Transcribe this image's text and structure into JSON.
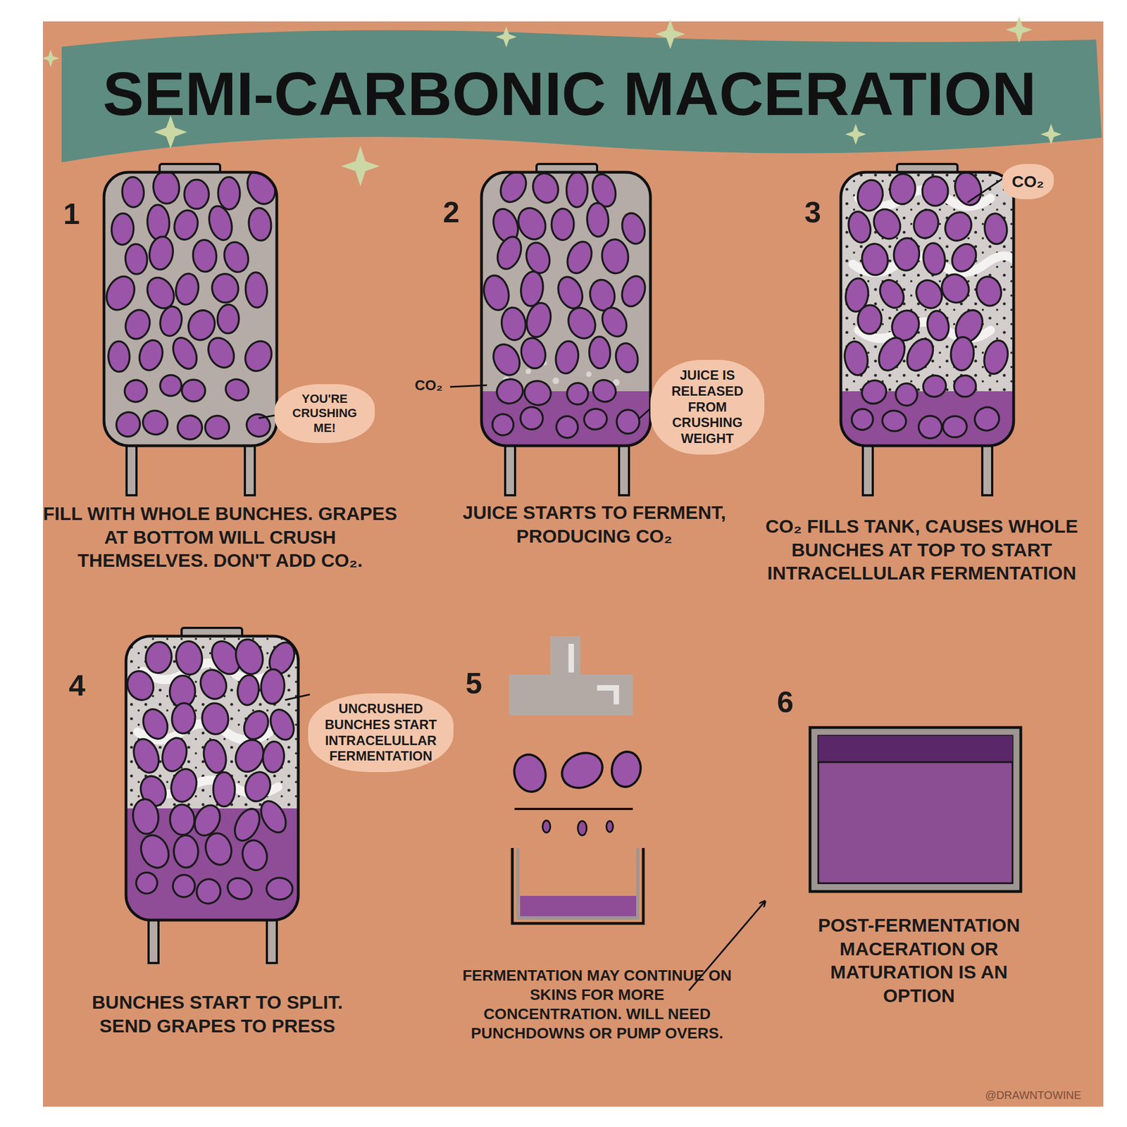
{
  "diagram": {
    "title": "SEMI-CARBONIC MACERATION",
    "nodes": [
      {
        "text": [
          "YOU'RE CRUSHING ME!"
        ]
      },
      {
        "text": [
          "JUICE IS RELEASED FROM CRUSHING WEIGHT"
        ]
      },
      {
        "text": [
          "CO₂"
        ]
      },
      {
        "text": [
          "UNCRUSHED BUNCHES START INTRACELULLAR FERMENTATION"
        ]
      }
    ],
    "labels": [
      "1",
      "FILL WITH WHOLE BUNCHES. GRAPES AT BOTTOM WILL CRUSH THEMSELVES. DON'T ADD CO₂.",
      "2",
      "CO₂",
      "JUICE STARTS TO FERMENT, PRODUCING CO₂",
      "3",
      "CO₂ FILLS TANK, CAUSES WHOLE BUNCHES AT TOP TO START INTRACELLULAR FERMENTATION",
      "4",
      "BUNCHES START TO SPLIT. SEND GRAPES TO PRESS",
      "5",
      "FERMENTATION MAY CONTINUE ON SKINS FOR MORE CONCENTRATION. WILL NEED PUNCHDOWNS OR PUMP OVERS.",
      "6",
      "POST-FERMENTATION MACERATION OR MATURATION IS AN OPTION",
      "@DRAWNTOWINE"
    ]
  }
}
